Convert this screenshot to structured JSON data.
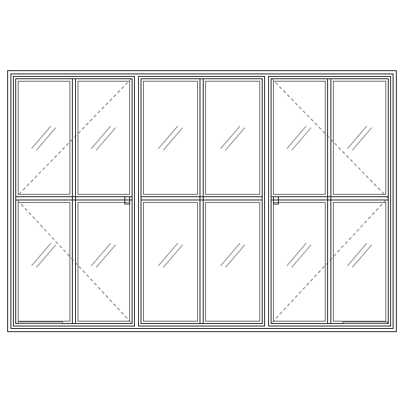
{
  "drawing": {
    "line_color": "#1a1a1a",
    "background": "#ffffff",
    "units": [
      {
        "id": "left",
        "operation": "casement-hinged-right",
        "panes_across": 2,
        "panes_down": 2
      },
      {
        "id": "center",
        "operation": "fixed",
        "panes_across": 2,
        "panes_down": 2
      },
      {
        "id": "right",
        "operation": "casement-hinged-left",
        "panes_across": 2,
        "panes_down": 2
      }
    ]
  }
}
